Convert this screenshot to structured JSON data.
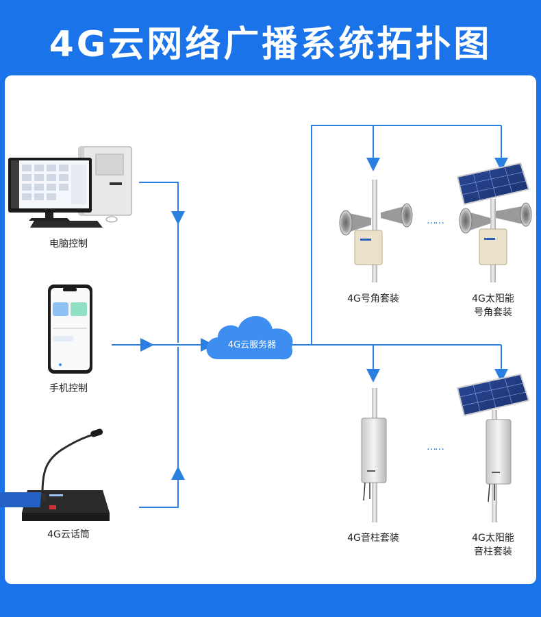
{
  "title": "4G云网络广播系统拓扑图",
  "colors": {
    "background": "#1a73e8",
    "line": "#2b7fe0",
    "cloud": "#3d8ef0"
  },
  "server": {
    "label": "4G云服务器"
  },
  "sources": [
    {
      "label": "电脑控制"
    },
    {
      "label": "手机控制"
    },
    {
      "label": "4G云话筒"
    }
  ],
  "terminals": [
    {
      "label": "4G号角套装"
    },
    {
      "label_line1": "4G太阳能",
      "label_line2": "号角套装"
    },
    {
      "label": "4G音柱套装"
    },
    {
      "label_line1": "4G太阳能",
      "label_line2": "音柱套装"
    }
  ],
  "ellipsis": "……"
}
